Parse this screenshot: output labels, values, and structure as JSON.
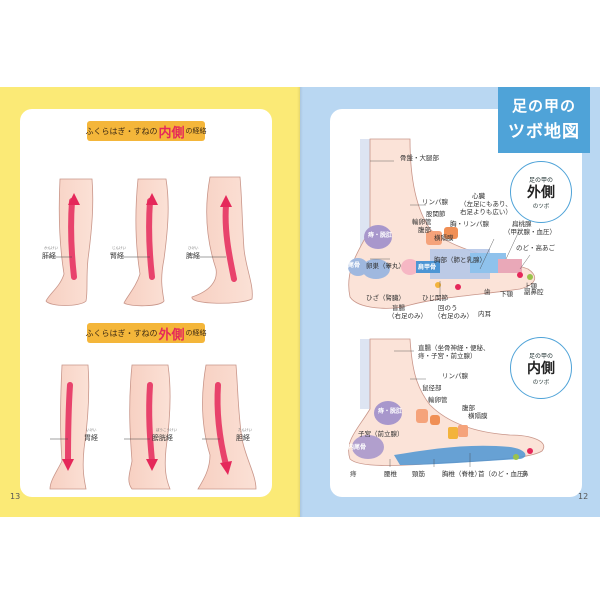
{
  "left_page": {
    "page_number": "13",
    "section1": {
      "prefix": "ふくらはぎ・すねの",
      "emph": "内側",
      "suffix": "の経絡",
      "legs": [
        {
          "label": "肝経",
          "ruby": "かんけい"
        },
        {
          "label": "腎経",
          "ruby": "じんけい"
        },
        {
          "label": "脾経",
          "ruby": "ひけい"
        }
      ]
    },
    "section2": {
      "prefix": "ふくらはぎ・すねの",
      "emph": "外側",
      "suffix": "の経絡",
      "legs": [
        {
          "label": "胃経",
          "ruby": "いけい"
        },
        {
          "label": "膀胱経",
          "ruby": "ぼうこうけい"
        },
        {
          "label": "胆経",
          "ruby": "たんけい"
        }
      ]
    }
  },
  "right_page": {
    "page_number": "12",
    "title_line1": "足の甲の",
    "title_line2": "ツボ地図",
    "inner": {
      "badge_top": "足の甲の",
      "badge_main": "外側",
      "badge_bottom": "のツボ",
      "labels": [
        "骨盤・大腿部",
        "リンパ腺",
        "心臓",
        "（左足にもあり、",
        "右足よりも広い）",
        "胸・リンパ腺",
        "扁桃腺",
        "（甲状腺・血圧）",
        "股関節",
        "輸卵管",
        "腹部",
        "横隔膜",
        "痔・脱肛",
        "のど・高あご",
        "卵巣（睾丸）",
        "内尾骨",
        "胸部（肺と乳腺）",
        "肩甲骨",
        "ひざ（腎臓）",
        "ひじ関節",
        "歯",
        "上顎",
        "副鼻腔",
        "下顎",
        "盲腸",
        "（右足のみ）",
        "回のう",
        "（右足のみ）",
        "内耳"
      ]
    },
    "outer": {
      "badge_top": "足の甲の",
      "badge_main": "内側",
      "badge_bottom": "のツボ",
      "labels": [
        "直腸（坐骨神経・便秘、",
        "痔・子宮・前立腺）",
        "リンパ腺",
        "鼠径部",
        "輸卵管",
        "腹部",
        "横隔膜",
        "痔・脱肛",
        "子宮（前立腺）",
        "内尾骨",
        "痔",
        "腰椎",
        "頸筋",
        "胸椎（脊椎）",
        "首（のど・血圧）",
        "鼻"
      ]
    }
  },
  "colors": {
    "left_bg": "#fbea76",
    "right_bg": "#b9d7f2",
    "banner": "#f4b63a",
    "accent_pink": "#e5285a",
    "title_blue": "#4fa3d8"
  }
}
